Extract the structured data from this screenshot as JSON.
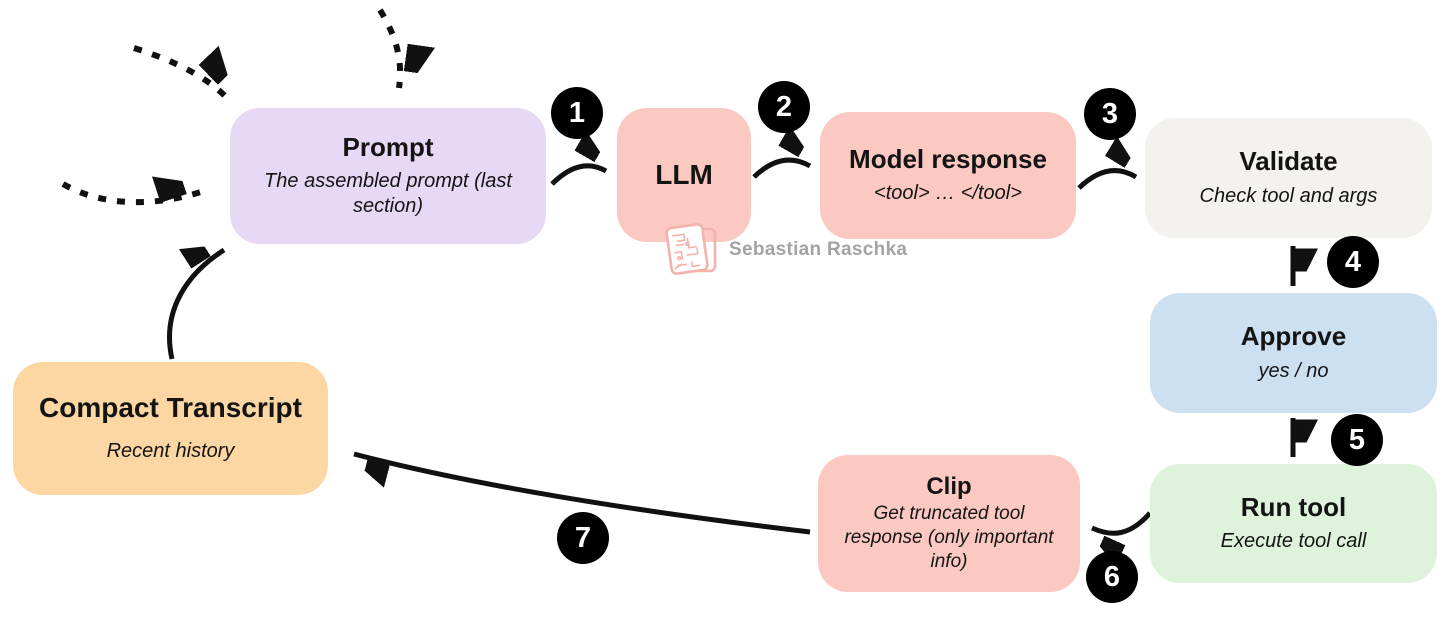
{
  "watermark": {
    "text": "Sebastian Raschka"
  },
  "nodes": {
    "prompt": {
      "title": "Prompt",
      "subtitle": "The assembled prompt (last section)",
      "color": "#e7d8f6"
    },
    "llm": {
      "title": "LLM",
      "color": "#fbc9c1"
    },
    "model_response": {
      "title": "Model response",
      "subtitle": "<tool> … </tool>",
      "color": "#fbc9c1"
    },
    "validate": {
      "title": "Validate",
      "subtitle": "Check tool and args",
      "color": "#f3f2ee"
    },
    "approve": {
      "title": "Approve",
      "subtitle": "yes / no",
      "color": "#cce0f1"
    },
    "run_tool": {
      "title": "Run tool",
      "subtitle": "Execute tool call",
      "color": "#def2dc"
    },
    "clip": {
      "title": "Clip",
      "subtitle": "Get truncated tool response (only important info)",
      "color": "#fbc9c1"
    },
    "compact_transcript": {
      "title": "Compact Transcript",
      "subtitle": "Recent history",
      "color": "#fcd7a3"
    }
  },
  "steps": [
    "1",
    "2",
    "3",
    "4",
    "5",
    "6",
    "7"
  ],
  "colors": {
    "arrow": "#111111",
    "badge_bg": "#000000",
    "badge_text": "#ffffff",
    "watermark_text": "#a3a3a3",
    "watermark_logo": "#f3b3ac"
  }
}
